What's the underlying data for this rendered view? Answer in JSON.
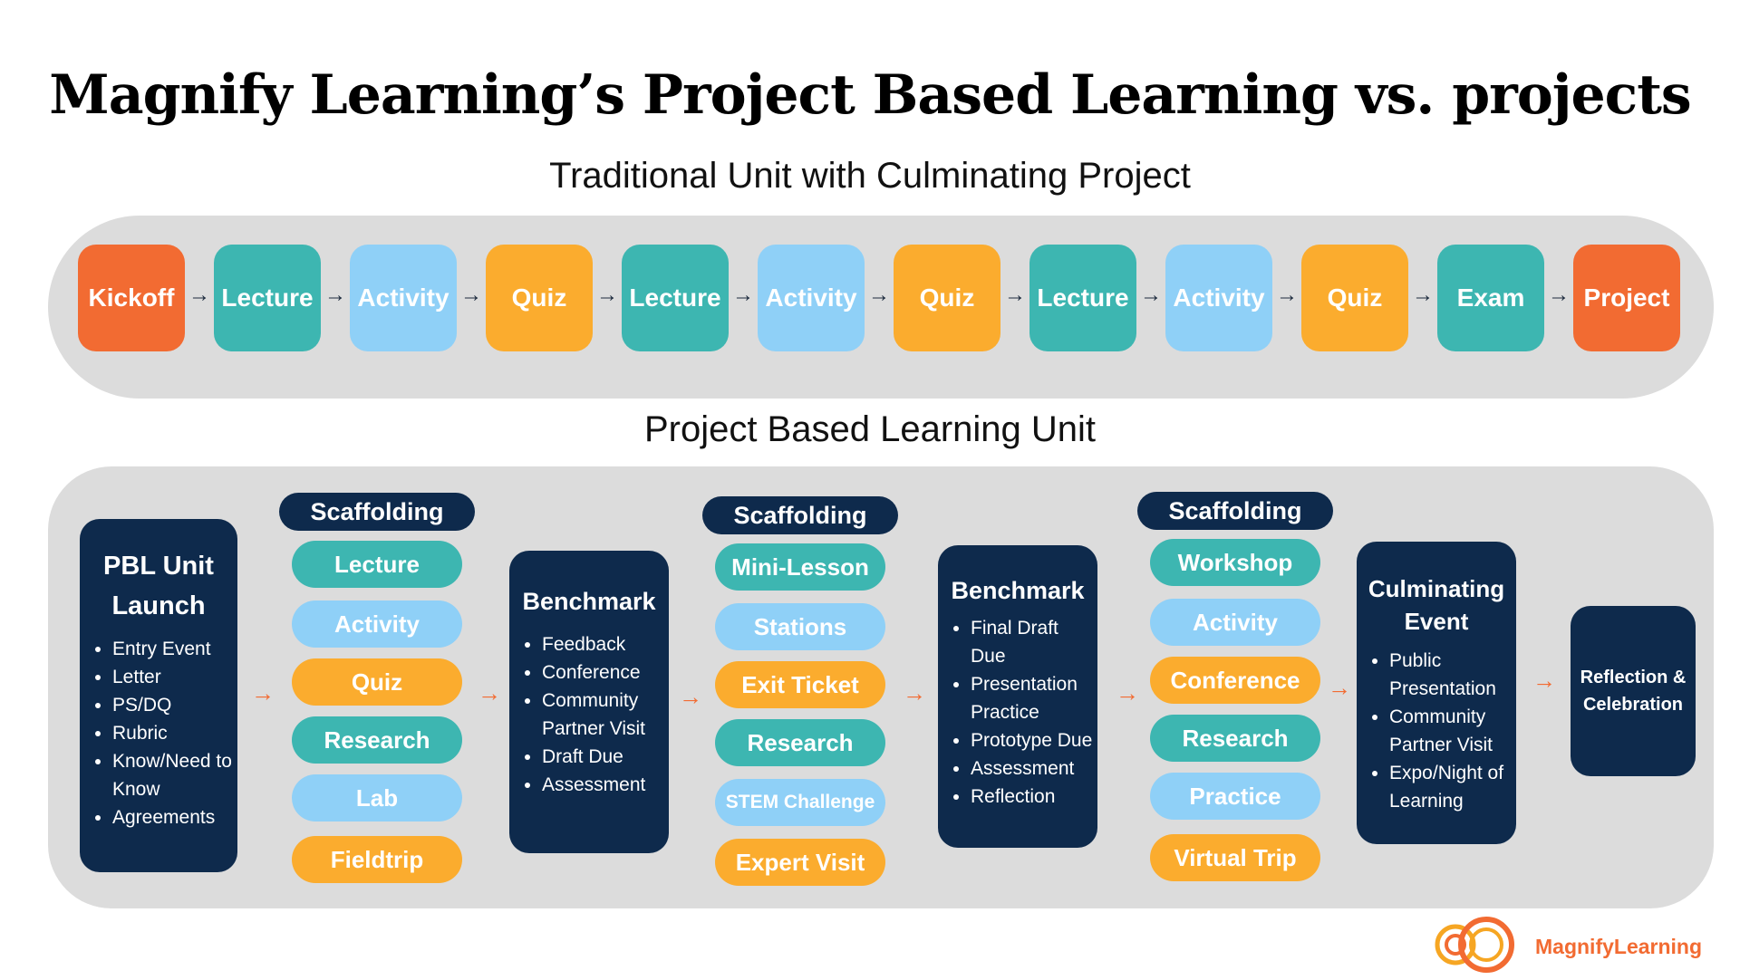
{
  "title": "Magnify Learning’s Project Based Learning vs. projects",
  "traditional": {
    "heading": "Traditional Unit with Culminating Project",
    "steps": [
      {
        "label": "Kickoff",
        "color": "#f26b32"
      },
      {
        "label": "Lecture",
        "color": "#3db6b1"
      },
      {
        "label": "Activity",
        "color": "#8fd0f7"
      },
      {
        "label": "Quiz",
        "color": "#fbac2e"
      },
      {
        "label": "Lecture",
        "color": "#3db6b1"
      },
      {
        "label": "Activity",
        "color": "#8fd0f7"
      },
      {
        "label": "Quiz",
        "color": "#fbac2e"
      },
      {
        "label": "Lecture",
        "color": "#3db6b1"
      },
      {
        "label": "Activity",
        "color": "#8fd0f7"
      },
      {
        "label": "Quiz",
        "color": "#fbac2e"
      },
      {
        "label": "Exam",
        "color": "#3db6b1"
      },
      {
        "label": "Project",
        "color": "#f26b32"
      }
    ],
    "arrow": "→"
  },
  "pbl": {
    "heading": "Project Based Learning Unit",
    "launch": {
      "title_line1": "PBL Unit",
      "title_line2": "Launch",
      "items": [
        "Entry Event",
        "Letter",
        "PS/DQ",
        "Rubric",
        "Know/Need to Know",
        "Agreements"
      ]
    },
    "scaffolding1": {
      "label": "Scaffolding",
      "items": [
        {
          "label": "Lecture",
          "color": "#3db6b1"
        },
        {
          "label": "Activity",
          "color": "#8fd0f7"
        },
        {
          "label": "Quiz",
          "color": "#fbac2e"
        },
        {
          "label": "Research",
          "color": "#3db6b1"
        },
        {
          "label": "Lab",
          "color": "#8fd0f7"
        },
        {
          "label": "Fieldtrip",
          "color": "#fbac2e"
        }
      ]
    },
    "benchmark1": {
      "title": "Benchmark",
      "items": [
        "Feedback",
        "Conference",
        "Community Partner Visit",
        "Draft Due",
        "Assessment"
      ]
    },
    "scaffolding2": {
      "label": "Scaffolding",
      "items": [
        {
          "label": "Mini-Lesson",
          "color": "#3db6b1"
        },
        {
          "label": "Stations",
          "color": "#8fd0f7"
        },
        {
          "label": "Exit Ticket",
          "color": "#fbac2e"
        },
        {
          "label": "Research",
          "color": "#3db6b1"
        },
        {
          "label": "STEM Challenge",
          "color": "#8fd0f7"
        },
        {
          "label": "Expert Visit",
          "color": "#fbac2e"
        }
      ]
    },
    "benchmark2": {
      "title": "Benchmark",
      "items": [
        "Final Draft Due",
        "Presentation Practice",
        "Prototype Due",
        "Assessment",
        "Reflection"
      ]
    },
    "scaffolding3": {
      "label": "Scaffolding",
      "items": [
        {
          "label": "Workshop",
          "color": "#3db6b1"
        },
        {
          "label": "Activity",
          "color": "#8fd0f7"
        },
        {
          "label": "Conference",
          "color": "#fbac2e"
        },
        {
          "label": "Research",
          "color": "#3db6b1"
        },
        {
          "label": "Practice",
          "color": "#8fd0f7"
        },
        {
          "label": "Virtual Trip",
          "color": "#fbac2e"
        }
      ]
    },
    "culminating": {
      "title_line1": "Culminating",
      "title_line2": "Event",
      "items": [
        "Public Presentation",
        "Community Partner Visit",
        "Expo/Night of Learning"
      ]
    },
    "reflection": {
      "line1": "Reflection &",
      "line2": "Celebration"
    },
    "arrow": "→"
  },
  "logo": {
    "name": "MagnifyLearning",
    "icon": "magnify-learning-logo-icon"
  }
}
